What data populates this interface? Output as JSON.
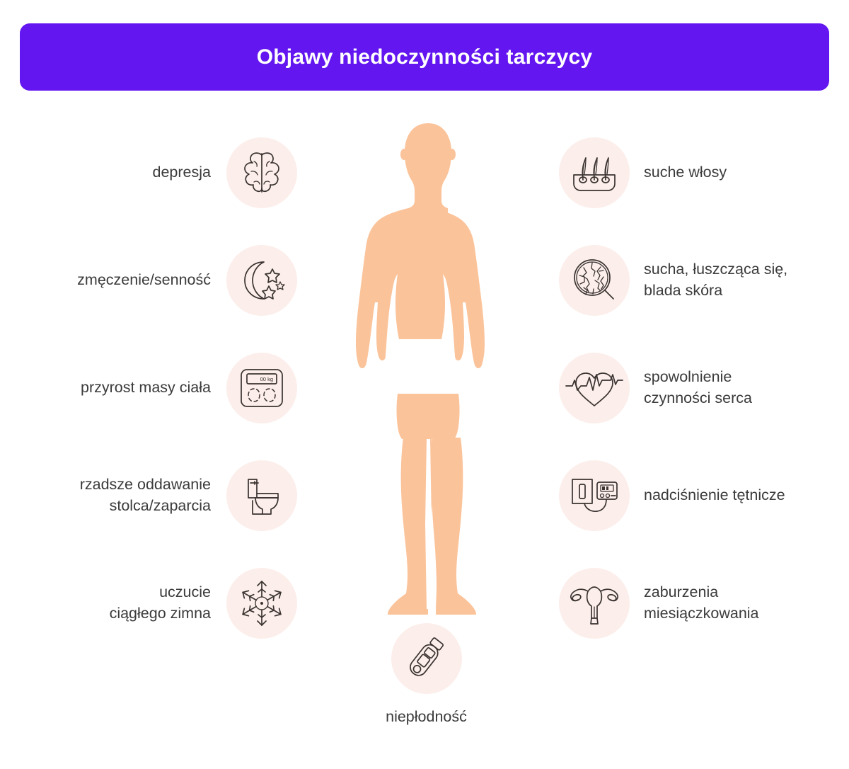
{
  "header": {
    "title": "Objawy niedoczynności tarczycy",
    "background_color": "#6316f0",
    "text_color": "#ffffff"
  },
  "theme": {
    "page_background": "#ffffff",
    "icon_circle_color": "#fceeeb",
    "body_silhouette_color": "#fbc39a",
    "label_text_color": "#3b3b3b",
    "icon_stroke_color": "#3a3330"
  },
  "center_figure": {
    "icon": "female-body-silhouette",
    "alt": "sylwetka kobiety"
  },
  "left_symptoms": [
    {
      "label": "depresja",
      "icon": "brain-icon"
    },
    {
      "label": "zmęczenie/senność",
      "icon": "moon-stars-icon"
    },
    {
      "label": "przyrost masy ciała",
      "icon": "weight-scale-icon",
      "icon_text": "00 kg"
    },
    {
      "label": "rzadsze oddawanie\nstolca/zaparcia",
      "icon": "toilet-icon"
    },
    {
      "label": "uczucie\nciągłego zimna",
      "icon": "snowflake-icon"
    }
  ],
  "right_symptoms": [
    {
      "label": "suche włosy",
      "icon": "hair-follicle-icon"
    },
    {
      "label": "sucha, łuszcząca się,\nblada skóra",
      "icon": "dry-skin-magnifier-icon"
    },
    {
      "label": "spowolnienie\nczynności serca",
      "icon": "heart-ecg-icon"
    },
    {
      "label": "nadciśnienie tętnicze",
      "icon": "blood-pressure-monitor-icon"
    },
    {
      "label": "zaburzenia\nmiesiączkowania",
      "icon": "uterus-icon"
    }
  ],
  "bottom_symptom": {
    "label": "niepłodność",
    "icon": "pregnancy-test-icon"
  }
}
